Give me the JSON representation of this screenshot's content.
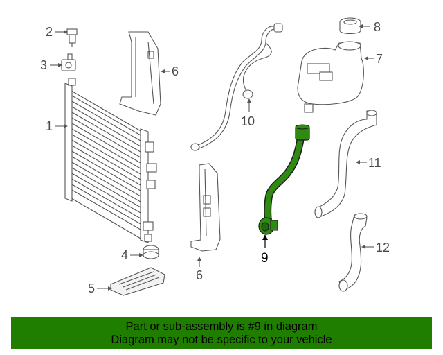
{
  "callouts": {
    "c1": "1",
    "c2": "2",
    "c3": "3",
    "c4": "4",
    "c5": "5",
    "c6a": "6",
    "c6b": "6",
    "c7": "7",
    "c8": "8",
    "c9": "9",
    "c10": "10",
    "c11": "11",
    "c12": "12"
  },
  "highlight_color": "#1f7d00",
  "banner": {
    "line1": "Part or sub-assembly is #9 in diagram",
    "line2": "Diagram may not be specific to your vehicle"
  }
}
